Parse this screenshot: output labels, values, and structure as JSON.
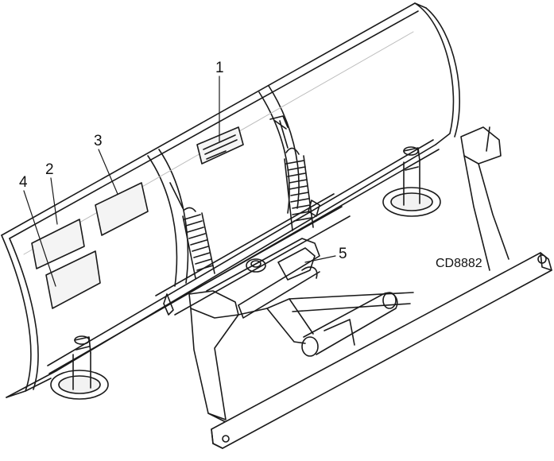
{
  "drawing_code": "CD8882",
  "callouts": [
    {
      "label": "1"
    },
    {
      "label": "2"
    },
    {
      "label": "3"
    },
    {
      "label": "4"
    },
    {
      "label": "5"
    }
  ],
  "colors": {
    "line": "#1a1a1a",
    "paper": "#ffffff",
    "blade_face": "#f4f4f4",
    "label_panel": "#e6e6e6",
    "shadow": "#cfcfcf"
  }
}
